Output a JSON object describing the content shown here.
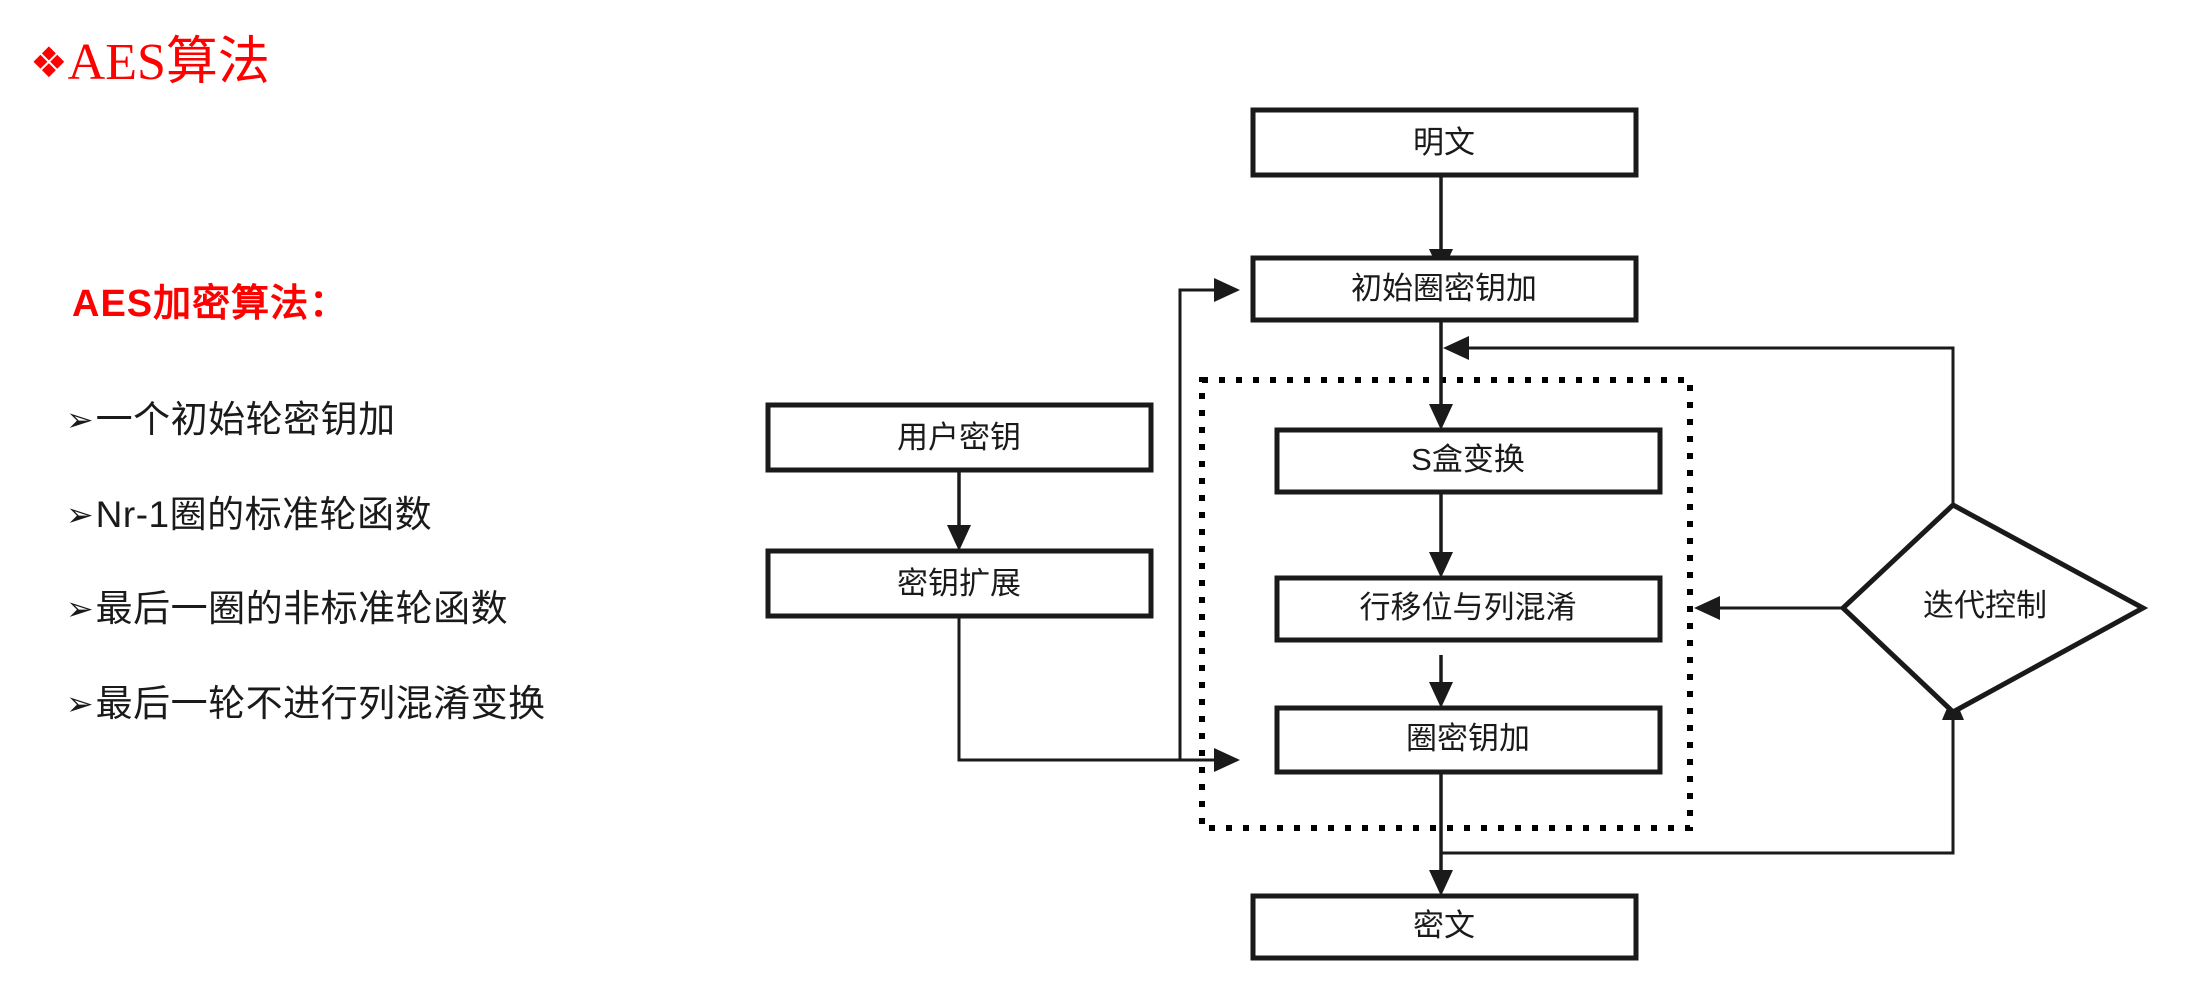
{
  "slide": {
    "title_bullet": "❖",
    "title": "AES算法",
    "heading": "AES加密算法：",
    "bullet_marker": "➢",
    "bullets": [
      {
        "text": "一个初始轮密钥加"
      },
      {
        "text": "Nr-1圈的标准轮函数"
      },
      {
        "text": "最后一圈的非标准轮函数"
      },
      {
        "text": "最后一轮不进行列混淆变换"
      }
    ],
    "colors": {
      "title_red": "#ff0000",
      "heading_red": "#ff0000",
      "body_text": "#1a1a1a",
      "line": "#1a1a1a",
      "background": "#ffffff"
    }
  },
  "diagram": {
    "nodes": {
      "plaintext": "明文",
      "initial_round_key_add": "初始圈密钥加",
      "user_key": "用户密钥",
      "key_expansion": "密钥扩展",
      "sbox_transform": "S盒变换",
      "shift_rows_mix_columns": "行移位与列混淆",
      "round_key_add": "圈密钥加",
      "iteration_control": "迭代控制",
      "ciphertext": "密文"
    },
    "round_region_label": "",
    "edges": [
      {
        "from": "明文",
        "to": "初始圈密钥加"
      },
      {
        "from": "初始圈密钥加",
        "to": "S盒变换"
      },
      {
        "from": "S盒变换",
        "to": "行移位与列混淆"
      },
      {
        "from": "行移位与列混淆",
        "to": "圈密钥加"
      },
      {
        "from": "圈密钥加",
        "to": "密文"
      },
      {
        "from": "用户密钥",
        "to": "密钥扩展"
      },
      {
        "from": "密钥扩展",
        "to": "初始圈密钥加"
      },
      {
        "from": "密钥扩展",
        "to": "圈密钥加"
      },
      {
        "from": "迭代控制",
        "to": "行移位与列混淆"
      },
      {
        "from": "迭代控制",
        "to": "初始圈密钥加"
      },
      {
        "from": "圈密钥加",
        "to": "迭代控制"
      }
    ]
  }
}
